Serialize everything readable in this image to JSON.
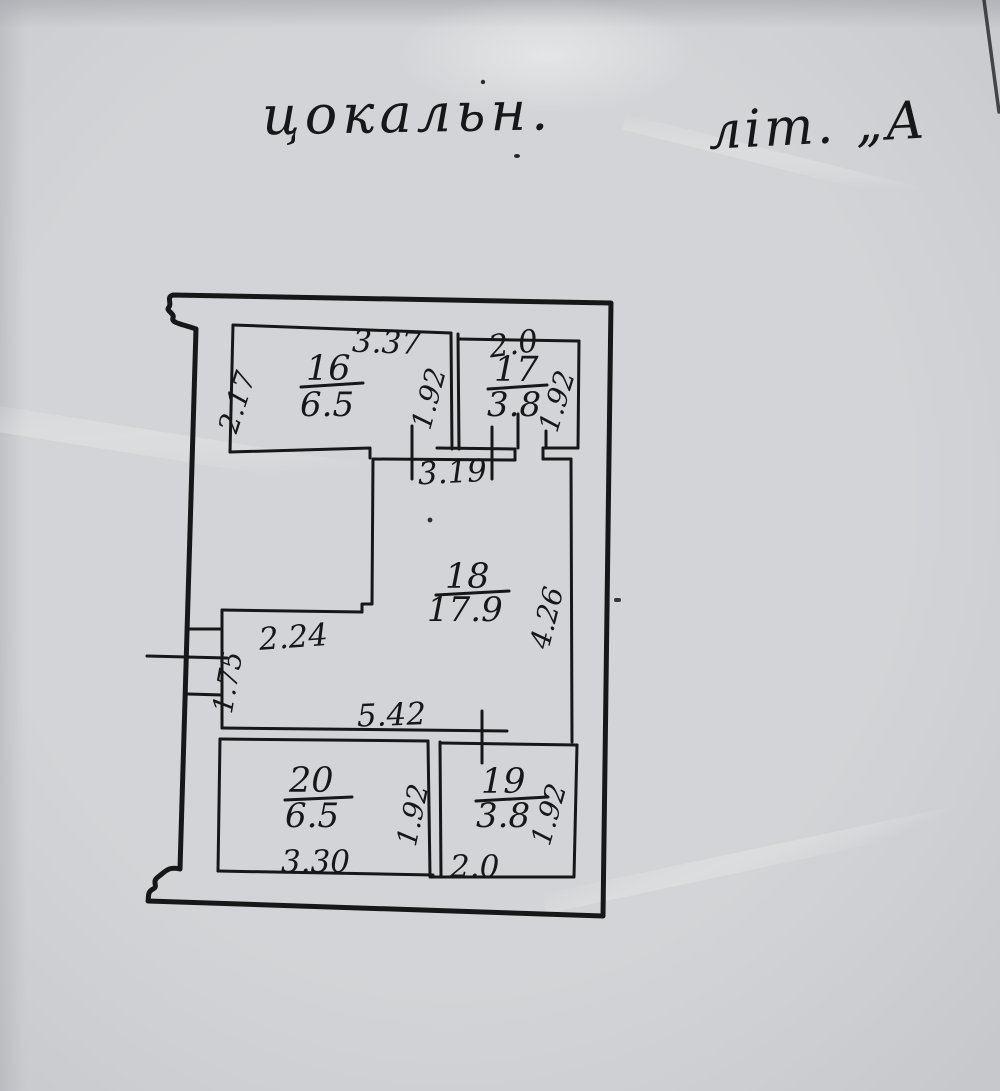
{
  "doc": {
    "heading": {
      "floor_label": "цокальн.",
      "letter_label": "літ. „А"
    },
    "rooms": {
      "r16": {
        "number": "16",
        "area": "6.5",
        "dim_top": "3.37",
        "dim_left": "2.17",
        "dim_right": "1.92"
      },
      "r17": {
        "number": "17",
        "area": "3.8",
        "dim_top": "2.0",
        "dim_right": "1.92"
      },
      "r18": {
        "number": "18",
        "area": "17.9",
        "dim_top": "3.19",
        "dim_right": "4.26",
        "dim_step_width": "2.24",
        "dim_step_height": "1.75",
        "dim_bottom": "5.42"
      },
      "r19": {
        "number": "19",
        "area": "3.8",
        "dim_bottom": "2.0",
        "dim_right": "1.92"
      },
      "r20": {
        "number": "20",
        "area": "6.5",
        "dim_bottom": "3.30",
        "dim_right": "1.92"
      }
    }
  }
}
